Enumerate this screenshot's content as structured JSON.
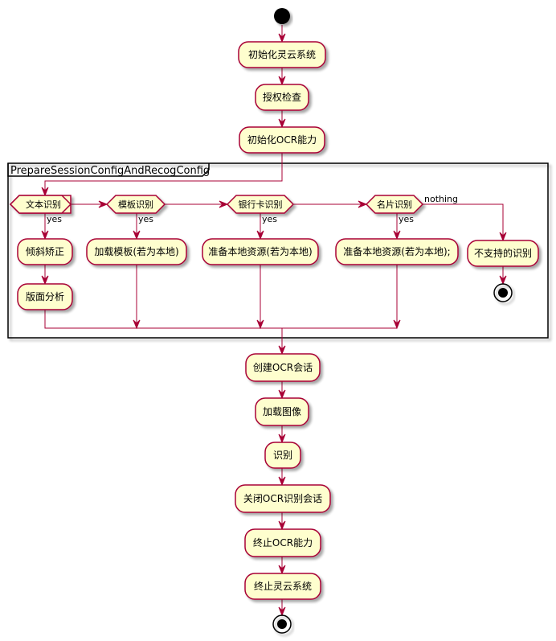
{
  "frame": {
    "title": "PrepareSessionConfigAndRecogConfig"
  },
  "activities": {
    "init_cloud": "初始化灵云系统",
    "auth_check": "授权检查",
    "init_ocr": "初始化OCR能力",
    "deskew": "倾斜矫正",
    "layout_analysis": "版面分析",
    "load_template": "加载模板(若为本地)",
    "prepare_bank": "准备本地资源(若为本地)",
    "prepare_card": "准备本地资源(若为本地);",
    "unsupported": "不支持的识别",
    "create_session": "创建OCR会话",
    "load_image": "加载图像",
    "recognize": "识别",
    "close_session": "关闭OCR识别会话",
    "release_ocr": "终止OCR能力",
    "release_cloud": "终止灵云系统"
  },
  "decisions": {
    "text": "文本识别",
    "template": "模板识别",
    "bankcard": "银行卡识别",
    "bizcard": "名片识别"
  },
  "branch_labels": {
    "yes1": "yes",
    "yes2": "yes",
    "yes3": "yes",
    "yes4": "yes",
    "else": "nothing"
  },
  "colors": {
    "activity_fill": "#FEFECE",
    "border": "#A80036",
    "node": "#000000"
  }
}
